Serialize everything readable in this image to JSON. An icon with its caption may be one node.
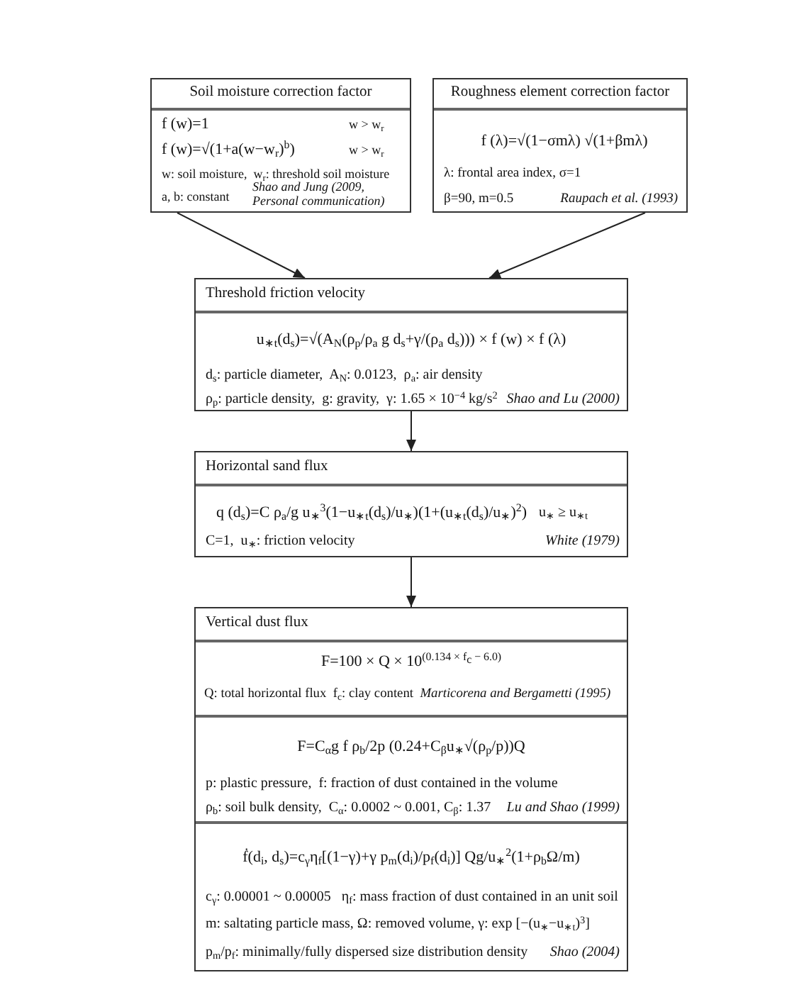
{
  "diagram": {
    "nodes": [
      {
        "text": [
          "Soil moisture correction factor",
          "f (w)=1",
          "w > w$_{r}$",
          "f (w)=√(1+a(w−w$_{r}$)$^{b}$)",
          "w > w$_{r}$",
          "w: soil moisture,  w$_{r}$: threshold soil moisture",
          "a, b: constant",
          "Shao and Jung (2009, Personal communication)"
        ]
      },
      {
        "text": [
          "Roughness element correction factor",
          "f (λ)=√(1−σmλ) √(1+βmλ)",
          "λ: frontal area index, σ=1",
          "β=90, m=0.5",
          "Raupach et al. (1993)"
        ]
      },
      {
        "text": [
          "Threshold friction velocity",
          "u$_{∗t}$(d$_{s}$)=√(A$_{N}$(ρ$_{p}$/ρ$_{a}$ g d$_{s}$+γ/(ρ$_{a}$ d$_{s}$))) × f (w) × f (λ)",
          "d$_{s}$: particle diameter,  A$_{N}$: 0.0123,  ρ$_{a}$: air density",
          "ρ$_{p}$: particle density,  g: gravity,  γ: 1.65 × 10$^{−4}$ kg/s$^{2}$",
          "Shao and Lu (2000)"
        ]
      },
      {
        "text": [
          "Horizontal sand flux",
          "q (d$_{s}$)=C ρ$_{a}$/g u$_{∗}$$^{3}$(1−u$_{∗t}$(d$_{s}$)/u$_{∗}$)(1+(u$_{∗t}$(d$_{s}$)/u$_{∗}$)$^{2}$)",
          "u$_{∗}$ ≥ u$_{∗t}$",
          "C=1,  u$_{∗}$: friction velocity",
          "White (1979)"
        ]
      },
      {
        "text": [
          "Vertical dust flux",
          "F=100 × Q × 10$^{(0.134 × f}$$_{c}$$^{ − 6.0)}$",
          "Q: total horizontal flux  f$_{c}$: clay content  *Marticorena and Bergametti (1995)*",
          "F=C$_{α}$g f ρ$_{b}$/2p (0.24+C$_{β}$u$_{∗}$√(ρ$_{p}$/p))Q",
          "p: plastic pressure,  f: fraction of dust contained in the volume",
          "ρ$_{b}$: soil bulk density,  C$_{α}$: 0.0002 ~ 0.001, C$_{β}$: 1.37",
          "Lu and Shao (1999)",
          "ḟ(d$_{i}$, d$_{s}$)=c$_{γ}$η$_{f}$[(1−γ)+γ p$_{m}$(d$_{i}$)/p$_{f}$(d$_{i}$)] Qg/u$_{∗}$$^{2}$(1+ρ$_{b}$Ω/m)",
          "c$_{γ}$: 0.00001 ~ 0.00005   η$_{f}$: mass fraction of dust contained in an unit soil",
          "m: saltating particle mass, Ω: removed volume, γ: exp [−(u$_{∗}$−u$_{∗t}$)$^{3}$]",
          "p$_{m}$/p$_{f}$: minimally/fully dispersed size distribution density",
          "Shao (2004)"
        ]
      }
    ],
    "edges": [
      {
        "from": 0,
        "to": 2,
        "arrow": "to"
      },
      {
        "from": 1,
        "to": 2,
        "arrow": "to"
      },
      {
        "from": 2,
        "to": 3,
        "arrow": "to"
      },
      {
        "from": 3,
        "to": 4,
        "arrow": "to"
      }
    ]
  }
}
